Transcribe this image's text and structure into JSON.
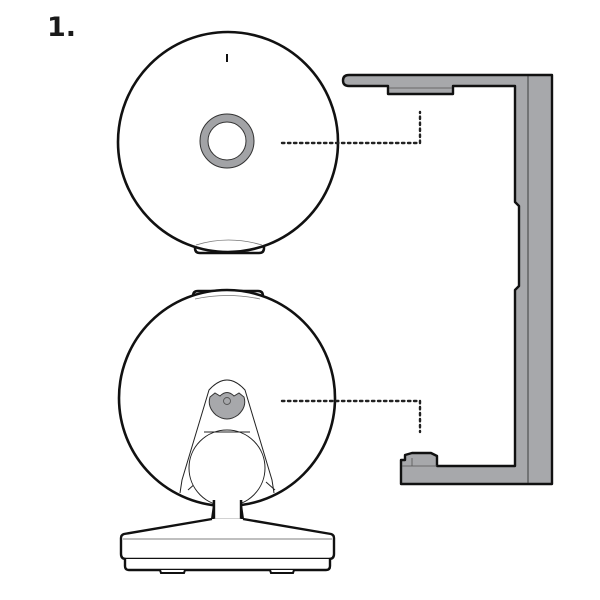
{
  "step": {
    "label": "1."
  },
  "colors": {
    "stroke": "#111111",
    "bracket_fill": "#a7a8ab",
    "lens_ring": "#a2a3a6",
    "sensor": "#a7a8ab",
    "background": "#ffffff"
  },
  "figures": {
    "top_device": {
      "description": "camera front view (circular body with lens ring)"
    },
    "bottom_device": {
      "description": "camera rear view on desk stand"
    },
    "bracket": {
      "description": "C-shaped wall/mount bracket (side profile)"
    },
    "leaders": [
      "lens to bracket top pad",
      "rear mount to bracket bottom clip"
    ]
  }
}
